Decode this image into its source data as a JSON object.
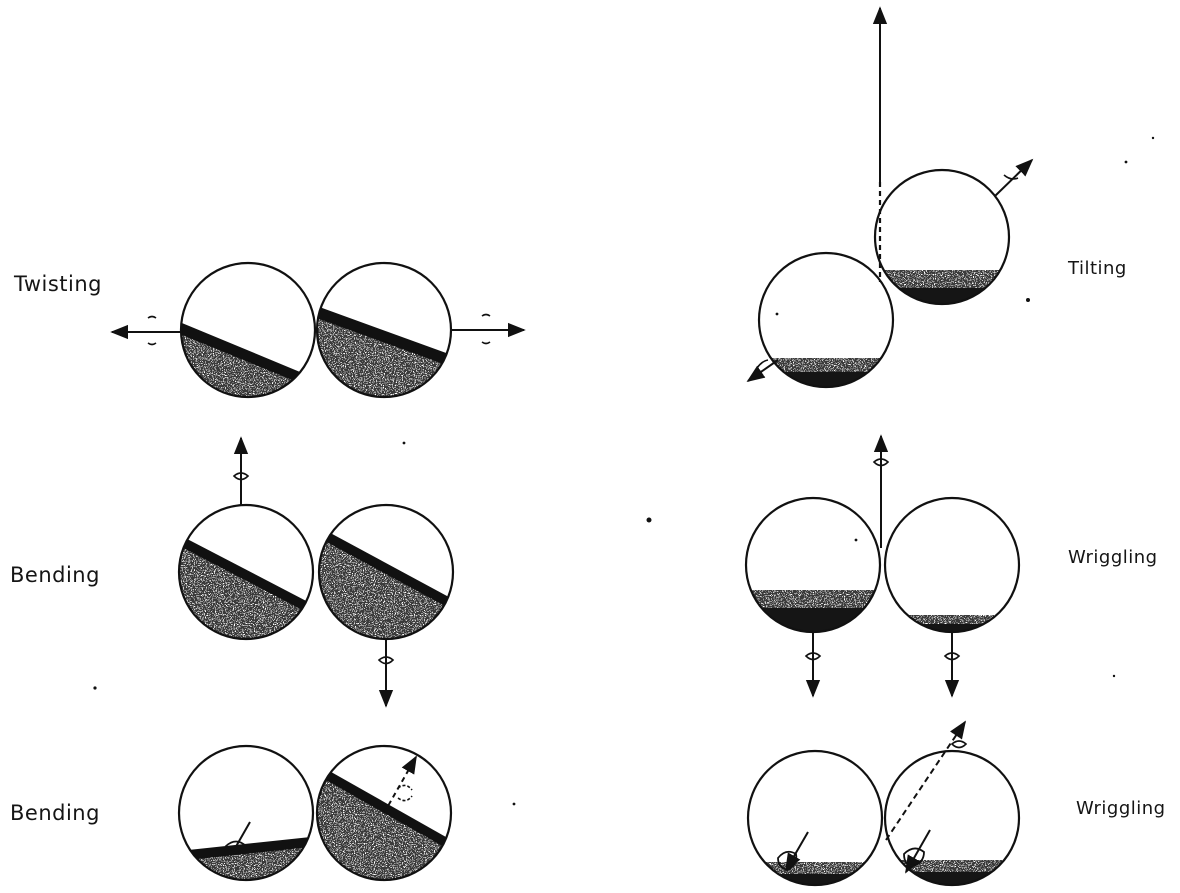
{
  "figure": {
    "labels": {
      "twisting": "Twisting",
      "tilting": "Tilting",
      "bending_1": "Bending",
      "wriggling_1": "Wriggling",
      "bending_2": "Bending",
      "wriggling_2": "Wriggling"
    },
    "colors": {
      "ink": "#111111",
      "shading": "#2a2a2a",
      "background": "#ffffff"
    }
  }
}
